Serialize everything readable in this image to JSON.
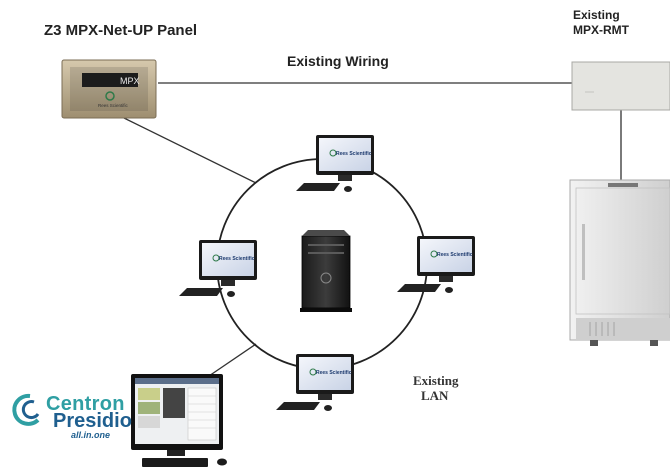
{
  "labels": {
    "panel_title": "Z3 MPX-Net-UP Panel",
    "existing_wiring": "Existing Wiring",
    "rmt_line1": "Existing",
    "rmt_line2": "MPX-RMT",
    "lan_line1": "Existing",
    "lan_line2": "LAN"
  },
  "panel": {
    "screen_text": "MPX",
    "brand": "Rees Scientific"
  },
  "workstations": [
    {
      "brand": "Rees Scientific"
    },
    {
      "brand": "Rees Scientific"
    },
    {
      "brand": "Rees Scientific"
    },
    {
      "brand": "Rees Scientific"
    }
  ],
  "logo": {
    "line1": "Centron",
    "line2": "Presidio",
    "tagline": "all.in.one"
  },
  "colors": {
    "line": "#333333",
    "panel_bezel": "#b9aa8c",
    "freezer": "#e4e4e4",
    "logo_teal": "#2f9fa3",
    "logo_blue": "#1f5f8f"
  }
}
